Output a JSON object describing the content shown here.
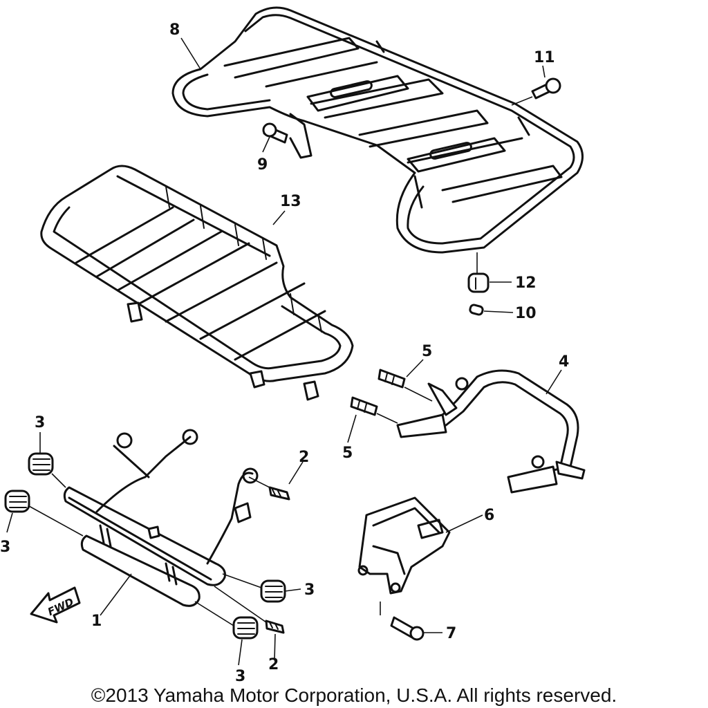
{
  "callouts": {
    "n1": "1",
    "n2a": "2",
    "n2b": "2",
    "n3a": "3",
    "n3b": "3",
    "n3c": "3",
    "n3d": "3",
    "n4": "4",
    "n5a": "5",
    "n5b": "5",
    "n6": "6",
    "n7": "7",
    "n8": "8",
    "n9": "9",
    "n10": "10",
    "n11": "11",
    "n12": "12",
    "n13": "13"
  },
  "fwd_label": "FWD",
  "copyright": "©2013 Yamaha Motor Corporation, U.S.A. All rights reserved."
}
